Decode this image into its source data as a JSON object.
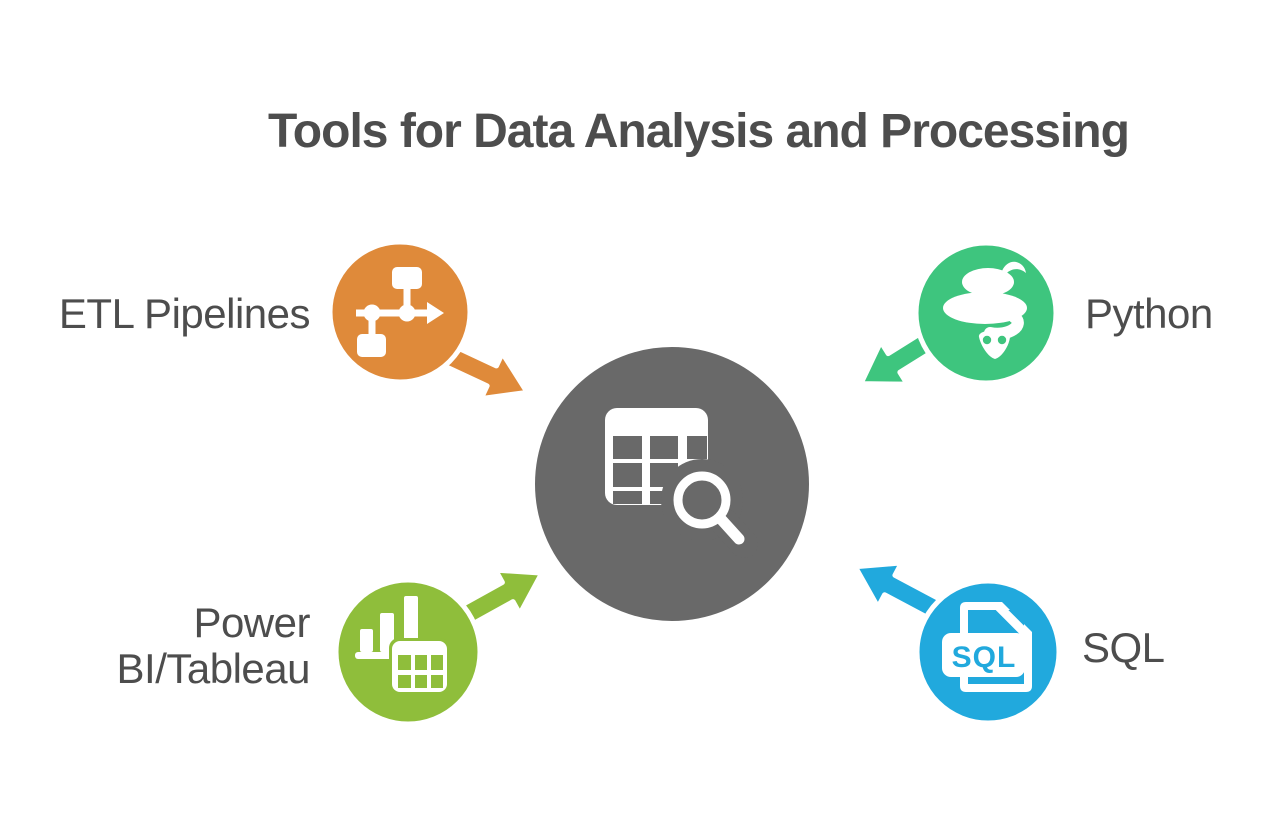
{
  "title": {
    "text": "Tools for Data Analysis and Processing",
    "color": "#4d4d4d"
  },
  "background": "#ffffff",
  "label_color": "#4d4d4d",
  "center_node": {
    "icon": "table-search-icon",
    "color": "#696969",
    "outline": "#ffffff"
  },
  "nodes": [
    {
      "label": "ETL Pipelines",
      "icon": "flowchart-icon",
      "color": "#df8a3a",
      "position": "top-left"
    },
    {
      "label": "Python",
      "icon": "python-snake-icon",
      "color": "#3ec57e",
      "position": "top-right"
    },
    {
      "label": "Power BI/Tableau",
      "icon": "bar-chart-table-icon",
      "color": "#8fbe3b",
      "position": "bottom-left"
    },
    {
      "label": "SQL",
      "icon": "sql-file-icon",
      "color": "#21a9dd",
      "position": "bottom-right"
    }
  ],
  "sql_icon_text": "SQL"
}
